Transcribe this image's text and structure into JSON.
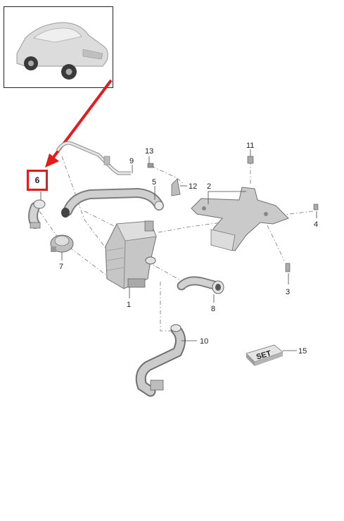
{
  "highlighted_part": "6",
  "callouts": [
    {
      "id": "1",
      "label": "1"
    },
    {
      "id": "2",
      "label": "2"
    },
    {
      "id": "3",
      "label": "3"
    },
    {
      "id": "4",
      "label": "4"
    },
    {
      "id": "5",
      "label": "5"
    },
    {
      "id": "7",
      "label": "7"
    },
    {
      "id": "8",
      "label": "8"
    },
    {
      "id": "9",
      "label": "9"
    },
    {
      "id": "10",
      "label": "10"
    },
    {
      "id": "11",
      "label": "11"
    },
    {
      "id": "12",
      "label": "12"
    },
    {
      "id": "13",
      "label": "13"
    },
    {
      "id": "15",
      "label": "15"
    }
  ],
  "set_box_text": "SET",
  "colors": {
    "highlight": "#e31b1b",
    "part_fill": "#c9c9c9",
    "part_dark": "#8a8a8a"
  }
}
